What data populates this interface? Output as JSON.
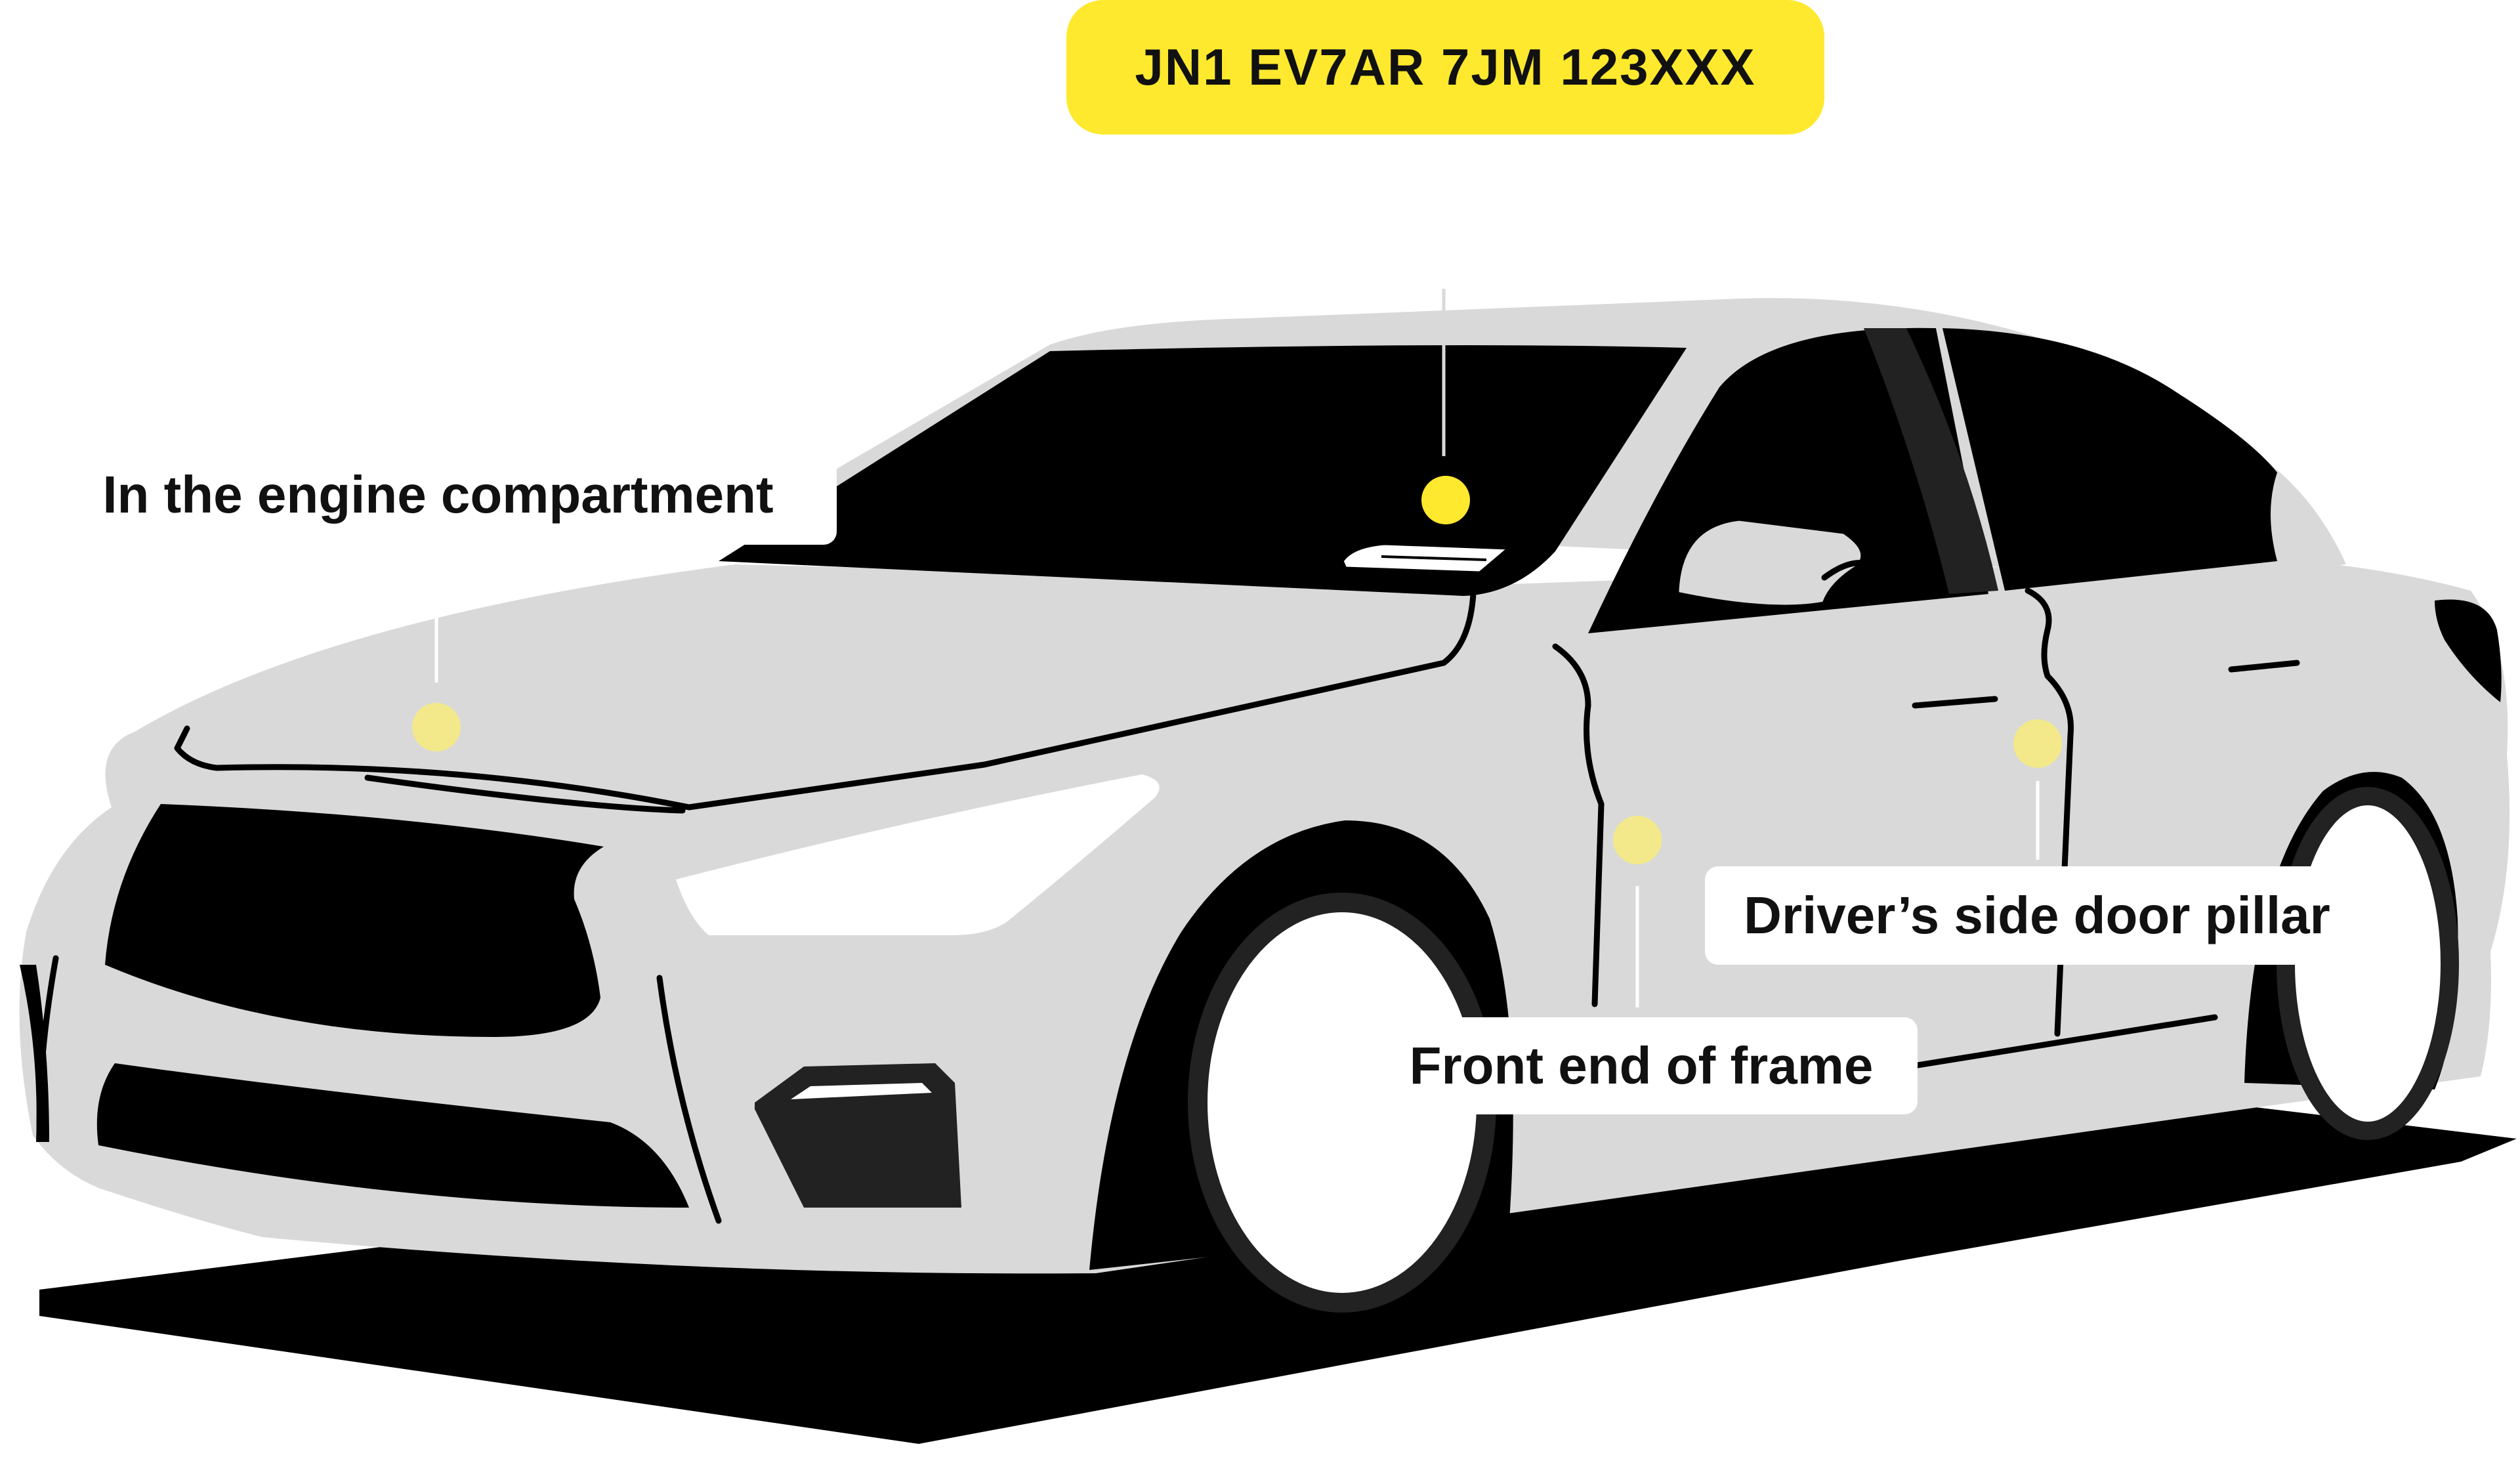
{
  "vin": "JN1 EV7AR 7JM 123XXX",
  "locations": {
    "engine": "In the engine compartment",
    "door_pillar": "Driver’s side door pillar",
    "frame": "Front end of frame"
  },
  "colors": {
    "badge": "#FFE92E",
    "car_body": "#D9D9D9",
    "outline": "#000000",
    "marker_bright": "#FFE92E",
    "marker_soft": "#F3E98A"
  }
}
